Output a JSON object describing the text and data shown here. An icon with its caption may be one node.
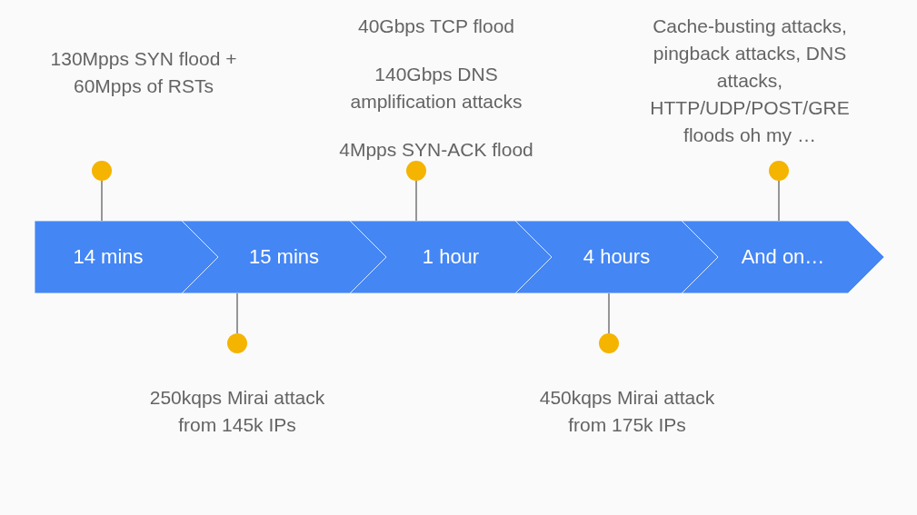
{
  "diagram": {
    "nodes": [
      {
        "text": [],
        "shape": "circle",
        "beside": [
          "130Mpps SYN flood + 60Mpps of RSTs"
        ]
      },
      {
        "text": [],
        "shape": "circle",
        "beside": [
          "40Gbps TCP flood",
          "140Gbps DNS amplification attacks",
          "4Mpps SYN-ACK flood"
        ]
      },
      {
        "text": [],
        "shape": "circle",
        "beside": [
          "Cache-busting attacks, pingback attacks, DNS attacks, HTTP/UDP/POST/GRE floods oh my …"
        ]
      },
      {
        "text": [
          "14 mins"
        ]
      },
      {
        "text": [
          "15 mins"
        ]
      },
      {
        "text": [
          "1 hour"
        ]
      },
      {
        "text": [
          "4 hours"
        ]
      },
      {
        "text": [
          "And on…"
        ]
      },
      {
        "text": [],
        "shape": "circle",
        "beside": [
          "250kqps Mirai attack from 145k IPs"
        ]
      },
      {
        "text": [],
        "shape": "circle",
        "beside": [
          "450kqps Mirai attack from 175k IPs"
        ]
      }
    ],
    "edges": [
      {
        "from": 0,
        "to": 3,
        "arrow": "none"
      },
      {
        "from": 1,
        "to": 5,
        "arrow": "none"
      },
      {
        "from": 2,
        "to": 7,
        "arrow": "none"
      },
      {
        "from": 8,
        "to": 4,
        "arrow": "none"
      },
      {
        "from": 9,
        "to": 6,
        "arrow": "none"
      }
    ]
  }
}
